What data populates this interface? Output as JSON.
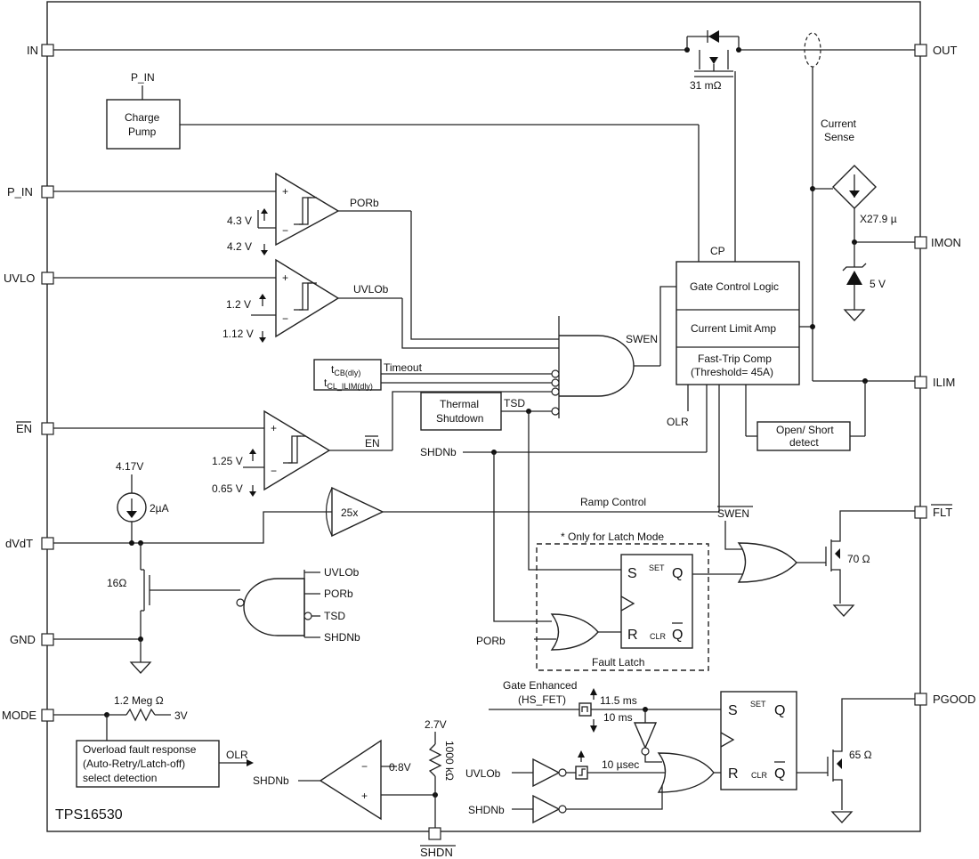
{
  "chip_name": "TPS16530",
  "pins": {
    "in": "IN",
    "p_in": "P_IN",
    "uvlo": "UVLO",
    "en": "EN",
    "dvdt": "dVdT",
    "gnd": "GND",
    "mode": "MODE",
    "out": "OUT",
    "imon": "IMON",
    "ilim": "ILIM",
    "flt": "FLT",
    "pgood": "PGOOD",
    "shdn": "SHDN"
  },
  "blocks": {
    "charge_pump": [
      "Charge",
      "Pump"
    ],
    "gate_control": "Gate Control Logic",
    "current_limit_amp": "Current Limit Amp",
    "fast_trip": [
      "Fast-Trip Comp",
      "(Threshold= 45A)"
    ],
    "open_short": [
      "Open/ Short",
      "detect"
    ],
    "thermal": [
      "Thermal",
      "Shutdown"
    ],
    "overload": [
      "Overload fault response",
      "(Auto-Retry/Latch-off)",
      "select detection"
    ],
    "fault_latch": "Fault Latch",
    "latch_note": "* Only for Latch Mode",
    "timer_main": "t",
    "timer_cb_sub": "CB(dly)",
    "timer_cl_sub": "CL_ILIM(dly)"
  },
  "labels": {
    "p_in_top": "P_IN",
    "fet_res": "31 mΩ",
    "current_sense": [
      "Current",
      "Sense"
    ],
    "imon_gain": "X27.9 µ",
    "zener_v": "5 V",
    "cp": "CP",
    "porb": "PORb",
    "uvlob": "UVLOb",
    "en_out": "EN",
    "swen": "SWEN",
    "timeout": "Timeout",
    "tsd": "TSD",
    "olr": "OLR",
    "shdnb": "SHDNb",
    "ramp_control": "Ramp Control",
    "swen_bar": "SWEN",
    "amp_25x": "25x",
    "src_v": "4.17V",
    "src_i": "2µA",
    "res_16": "16Ω",
    "res_70": "70 Ω",
    "res_65": "65 Ω",
    "res_meg": "1.2 Meg Ω",
    "mode_v": "3V",
    "olr_out": "OLR",
    "shdnb_out": "SHDNb",
    "v_08": "0.8V",
    "v_27": "2.7V",
    "res_1000k": "1000 kΩ",
    "gate_enh": [
      "Gate Enhanced",
      "(HS_FET)"
    ],
    "t_115": "11.5 ms",
    "t_10ms": "10 ms",
    "t_10us": "10 µsec",
    "uvlob_in": "UVLOb",
    "shdnb_in": "SHDNb",
    "porb_in": "PORb",
    "nand_in": [
      "UVLOb",
      "PORb",
      "TSD",
      "SHDNb"
    ],
    "sr_s": "S",
    "sr_set": "SET",
    "sr_q": "Q",
    "sr_r": "R",
    "sr_clr": "CLR",
    "sr_qb": "Q",
    "th_p_in": [
      "4.3 V",
      "4.2 V"
    ],
    "th_uvlo": [
      "1.2 V",
      "1.12 V"
    ],
    "th_en": [
      "1.25 V",
      "0.65 V"
    ]
  }
}
